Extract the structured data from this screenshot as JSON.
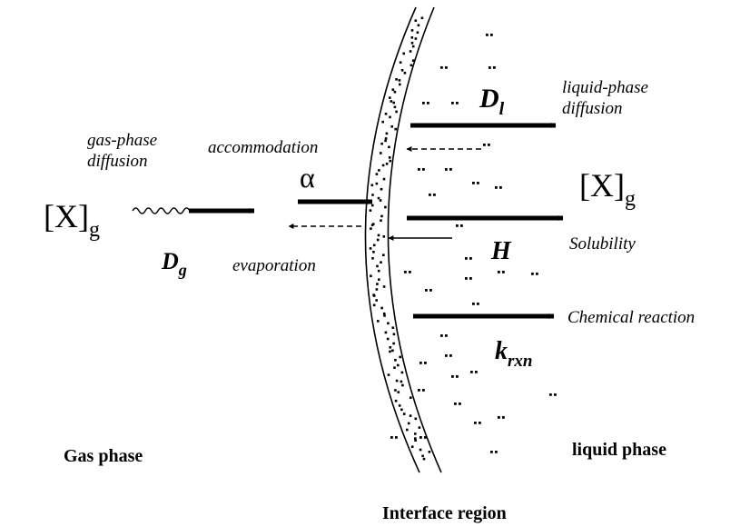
{
  "gas_side": {
    "species": "[X]",
    "species_sub": "g",
    "diffusion_label_1": "gas-phase",
    "diffusion_label_2": "diffusion",
    "diffusion_coef": "D",
    "diffusion_coef_sub": "g",
    "phase_label": "Gas phase"
  },
  "interface": {
    "accommodation_label": "accommodation",
    "alpha_symbol": "α",
    "evaporation_label": "evaporation",
    "region_label": "Interface region"
  },
  "liquid_side": {
    "species": "[X]",
    "species_sub": "g",
    "diffusion_coef": "D",
    "diffusion_coef_sub": "l",
    "diffusion_label_1": "liquid-phase",
    "diffusion_label_2": "diffusion",
    "henry_symbol": "H",
    "solubility_label": "Solubility",
    "reaction_label": "Chemical reaction",
    "reaction_coef": "k",
    "reaction_coef_sub": "rxn",
    "phase_label": "liquid phase"
  },
  "colors": {
    "ink": "#000000",
    "background": "#ffffff"
  }
}
